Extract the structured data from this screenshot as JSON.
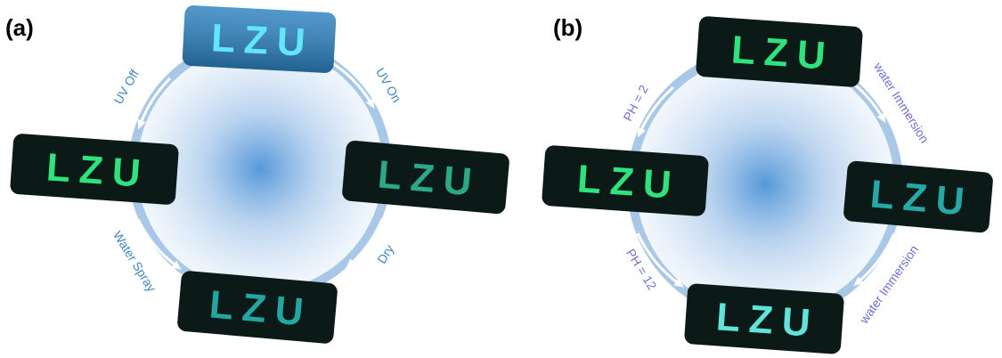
{
  "panels": [
    {
      "label": "(a)",
      "steps": {
        "top_left": "UV Off",
        "top_right": "UV On",
        "bottom_left": "Water Spray",
        "bottom_right": "Dry"
      },
      "step_color": "#3f86c2",
      "badges": [
        {
          "text": "LZU",
          "bg": "#2d82c0",
          "fg": "#62e6ff"
        },
        {
          "text": "LZU",
          "bg": "#0b1a16",
          "fg": "#2ee27c"
        },
        {
          "text": "LZU",
          "bg": "#0b1a16",
          "fg": "#2aa888"
        },
        {
          "text": "LZU",
          "bg": "#0b1a16",
          "fg": "#23a5a2"
        }
      ]
    },
    {
      "label": "(b)",
      "steps": {
        "top_left": "PH = 2",
        "top_right": "water Immersion",
        "bottom_left": "PH = 12",
        "bottom_right": "water Immersion"
      },
      "step_color": "#6e72d6",
      "badges": [
        {
          "text": "LZU",
          "bg": "#0b1a16",
          "fg": "#2ee27c"
        },
        {
          "text": "LZU",
          "bg": "#0b1a16",
          "fg": "#2ee27c"
        },
        {
          "text": "LZU",
          "bg": "#0b1a16",
          "fg": "#25a8a6"
        },
        {
          "text": "LZU",
          "bg": "#0b1a16",
          "fg": "#5fe3db"
        }
      ]
    }
  ]
}
